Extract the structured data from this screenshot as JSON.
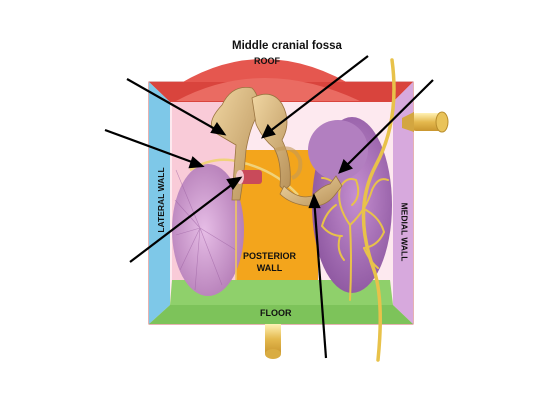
{
  "labels": {
    "title": "Middle cranial fossa",
    "roof": "ROOF",
    "floor": "FLOOR",
    "posterior_wall_line1": "POSTERIOR",
    "posterior_wall_line2": "WALL",
    "lateral_wall": "LATERAL WALL",
    "medial_wall": "MEDIAL WALL"
  },
  "colors": {
    "roof": "#e5574f",
    "floor": "#7dc35a",
    "lateral_wall": "#7ec8e8",
    "medial_wall": "#d7a9dd",
    "posterior_wall": "#f3a51c",
    "tympanic_membrane": "#c98fc9",
    "ossicles": "#d9b779",
    "nerve": "#e8c24a",
    "pointer_arrow": "#000000"
  },
  "pointer_arrows_count": 6
}
